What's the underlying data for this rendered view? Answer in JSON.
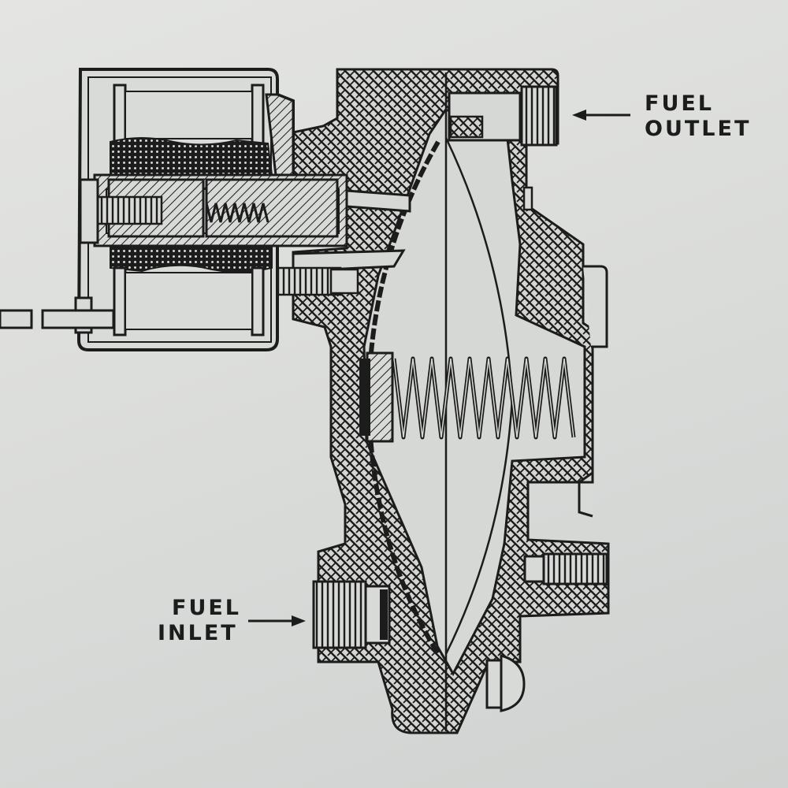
{
  "labels": {
    "outlet": {
      "line1": "FUEL",
      "line2": "OUTLET"
    },
    "inlet": {
      "line1": "FUEL",
      "line2": "INLET"
    }
  },
  "colors": {
    "paper": "#dcdedc",
    "ink": "#1c1c1c"
  }
}
